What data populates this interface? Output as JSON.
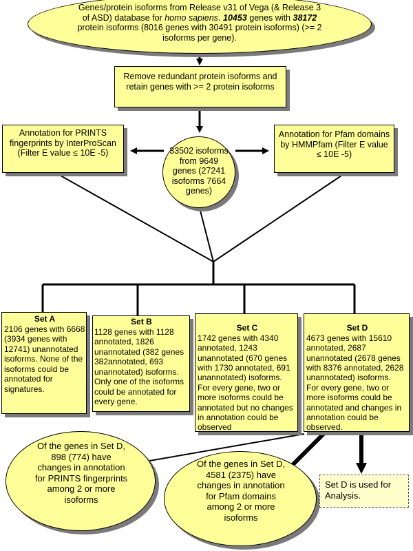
{
  "source": {
    "line1": "Genes/protein isoforms from Release v31 of Vega (& Release 3",
    "line2_pre": "of ASD) database for ",
    "line2_species": "homo sapiens",
    "line2_mid": ". ",
    "line2_genes": "10453",
    "line2_post": " genes with ",
    "line2_isoforms": "38172",
    "line3": "protein isoforms (8016 genes with 30491 protein isoforms) (>= 2",
    "line4": "isoforms per gene)."
  },
  "filter": {
    "text": "Remove redundant protein isoforms and retain genes with >= 2 protein isoforms"
  },
  "prints_annotation": {
    "text": "Annotation for PRINTS fingerprints by InterProScan (Filter E value ≤ 10E -5)"
  },
  "pfam_annotation": {
    "text": "Annotation for Pfam domains by HMMPfam (Filter E value ≤ 10E -5)"
  },
  "center_counts": {
    "text": "33502 isoforms from 9649 genes (27241 isoforms 7664 genes)"
  },
  "sets": [
    {
      "title": "Set A",
      "body": "2106 genes with 6668 (3934 genes with 12741) unannotated isoforms. None of the isoforms could be annotated for signatures."
    },
    {
      "title": "Set B",
      "body": "1128 genes with 1128 annotated,  1826 unannotated  (382 genes 382annotated, 693 unannotated) isoforms. Only one of the isoforms could be annotated for every gene."
    },
    {
      "title": "Set C",
      "body": "1742 genes with 4340 annotated, 1243 unannotated (670 genes with 1730 annotated, 691 unannotated) isoforms.\nFor every gene, two or more isoforms could be annotated but no changes in annotation could be observed"
    },
    {
      "title": "Set D",
      "body": "4673 genes with 15610 annotated, 2687 unannotated (2678 genes with 8376 annotated,  2628 unannotated)  isoforms.\nFor every gene, two or more isoforms could be annotated and changes in annotation could be observed."
    }
  ],
  "prints_changes": {
    "text": "Of the genes in Set D, 898 (774)  have changes in annotation for PRINTS fingerprints  among 2 or more isoforms"
  },
  "pfam_changes": {
    "text": "Of the genes in Set D, 4581 (2375) have changes in annotation for Pfam domains among 2 or more isoforms"
  },
  "analysis": {
    "text": "Set D is used for Analysis."
  }
}
